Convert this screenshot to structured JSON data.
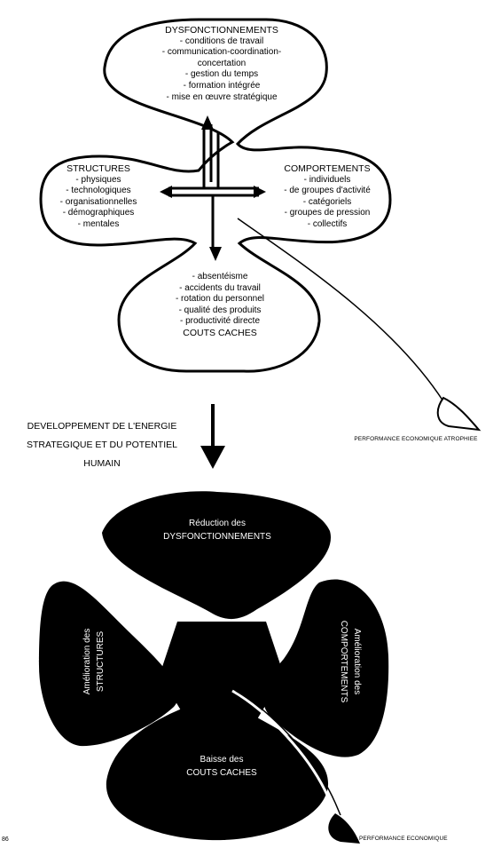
{
  "top_diagram": {
    "dysfonctionnements": {
      "title": "DYSFONCTIONNEMENTS",
      "items": [
        "- conditions de travail",
        "- communication-coordination-",
        "concertation",
        "- gestion du temps",
        "- formation intégrée",
        "- mise en œuvre stratégique"
      ]
    },
    "structures": {
      "title": "STRUCTURES",
      "items": [
        "- physiques",
        "- technologiques",
        "- organisationnelles",
        "- démographiques",
        "- mentales"
      ]
    },
    "comportements": {
      "title": "COMPORTEMENTS",
      "items": [
        "- individuels",
        "- de groupes d'activité",
        "- catégoriels",
        "- groupes de pression",
        "- collectifs"
      ]
    },
    "couts_caches": {
      "items": [
        "- absentéisme",
        "- accidents du travail",
        "- rotation du personnel",
        "- qualité des produits",
        "- productivité directe"
      ],
      "title": "COUTS CACHES"
    },
    "performance_label": "PERFORMANCE ECONOMIQUE ATROPHIEE"
  },
  "transition": {
    "lines": [
      "DEVELOPPEMENT DE L'ENERGIE",
      "STRATEGIQUE ET DU POTENTIEL",
      "HUMAIN"
    ]
  },
  "bottom_diagram": {
    "top_petal": [
      "Réduction des",
      "DYSFONCTIONNEMENTS"
    ],
    "left_petal": [
      "Amélioration des",
      "STRUCTURES"
    ],
    "right_petal": [
      "Amélioration des",
      "COMPORTEMENTS"
    ],
    "bottom_petal": [
      "Baisse des",
      "COUTS CACHES"
    ],
    "performance_label": "PERFORMANCE ECONOMIQUE"
  },
  "page_number": "86"
}
